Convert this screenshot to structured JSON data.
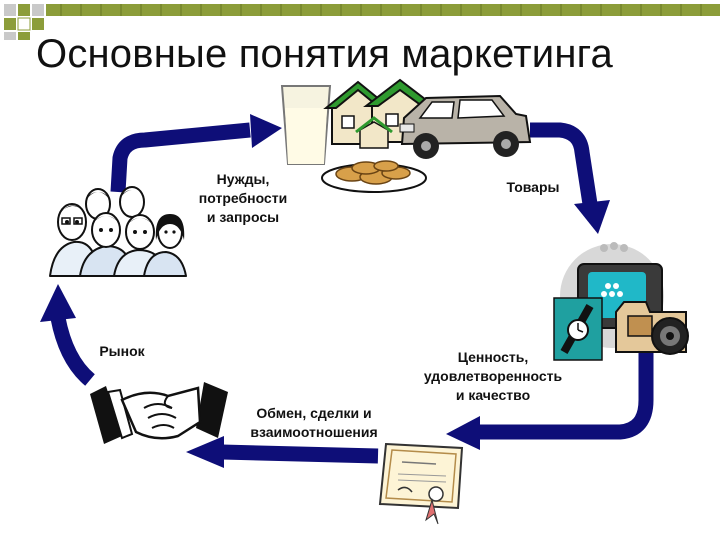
{
  "slide": {
    "title": "Основные понятия маркетинга"
  },
  "cycle": {
    "needs": [
      "Нужды,",
      "потребности",
      "и запросы"
    ],
    "goods": "Товары",
    "value": [
      "Ценность,",
      "удовлетворенность",
      "и качество"
    ],
    "exchange": [
      "Обмен, сделки и",
      "взаимоотношения"
    ],
    "market": "Рынок"
  },
  "colors": {
    "arrow": "#0e0e78",
    "deco_green": "#8c9d3a",
    "deco_grey": "#c9c9c9"
  },
  "icons": [
    "people-group-icon",
    "food-house-car-icon",
    "tv-camera-watch-icon",
    "certificate-icon",
    "handshake-icon"
  ]
}
